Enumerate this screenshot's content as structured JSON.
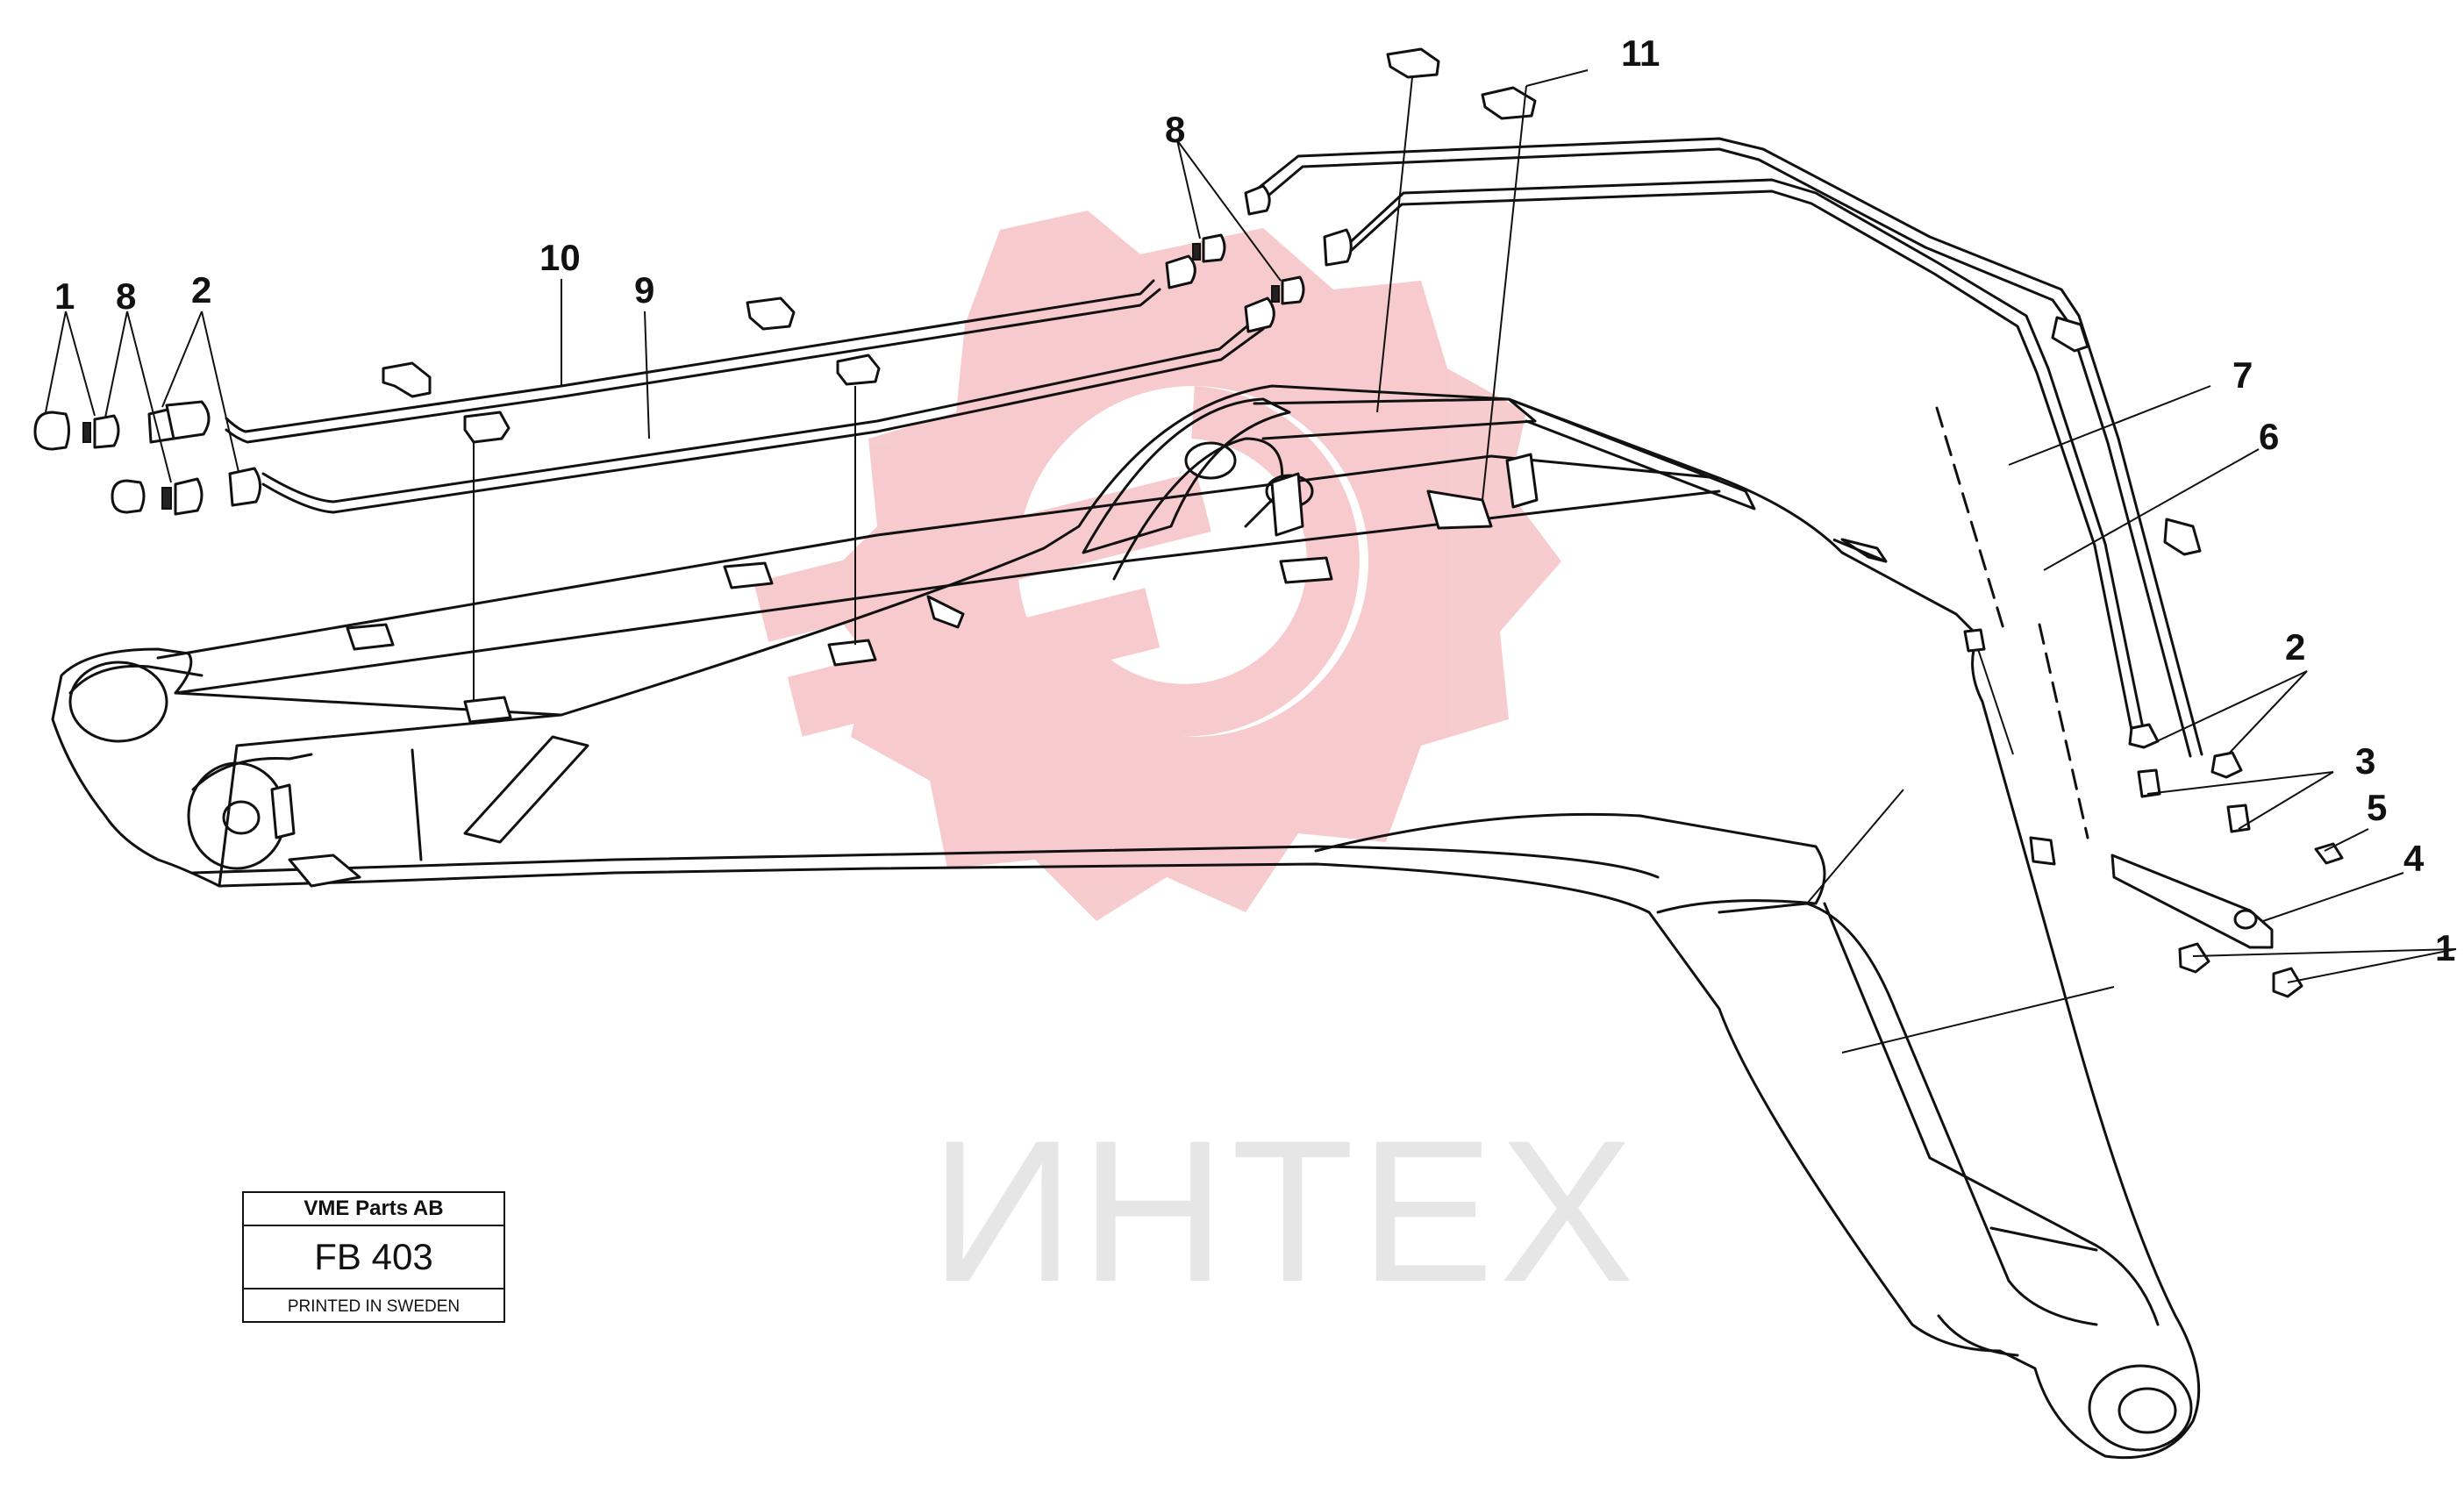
{
  "watermark": {
    "text": "ИНТЕХ",
    "gear_color": "#f7c9cc",
    "text_color": "#e6e6e6"
  },
  "title_block": {
    "company": "VME Parts AB",
    "drawing_number": "FB 403",
    "printed": "PRINTED IN SWEDEN"
  },
  "callouts": {
    "c1_left": "1",
    "c8_left": "8",
    "c2_left": "2",
    "c10": "10",
    "c9": "9",
    "c8_top": "8",
    "c11": "11",
    "c7": "7",
    "c6": "6",
    "c2_right": "2",
    "c3": "3",
    "c5": "5",
    "c4": "4",
    "c1_right": "1"
  }
}
